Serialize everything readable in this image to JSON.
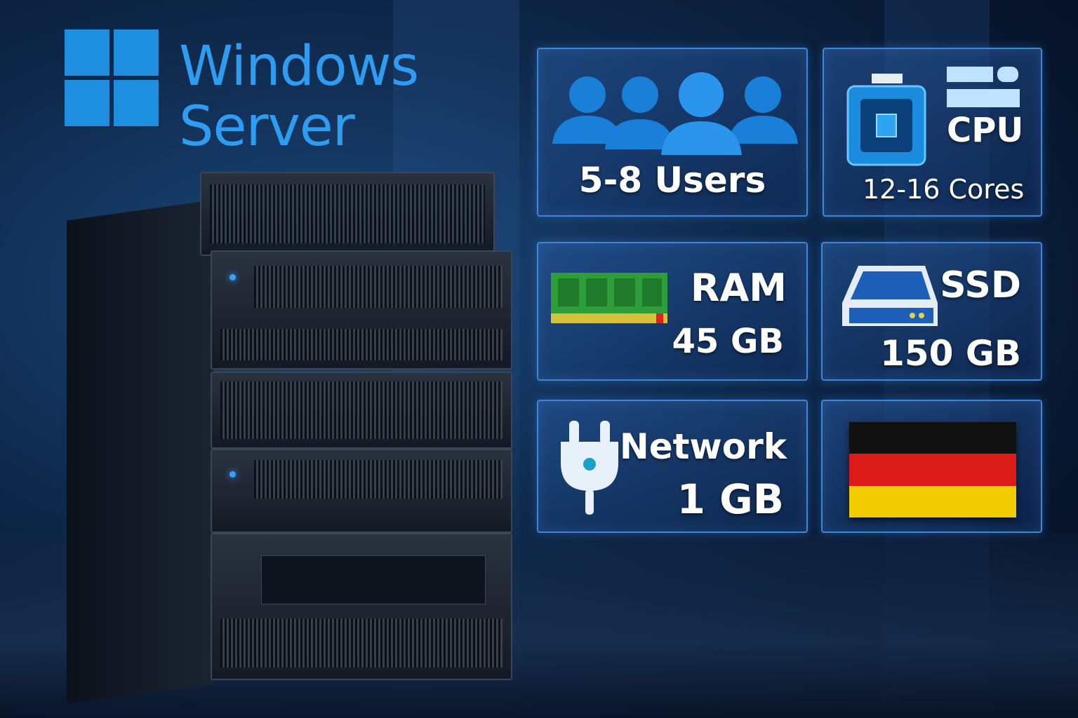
{
  "brand": {
    "line1": "Windows",
    "line2": "Server",
    "logo": "windows-logo",
    "color": "#1e8fe0"
  },
  "specs": [
    {
      "icon": "users-icon",
      "label": "5-8 Users"
    },
    {
      "icon": "cpu-chip-icon",
      "title": "CPU",
      "value": "12-16 Cores"
    },
    {
      "icon": "ram-module-icon",
      "title": "RAM",
      "value": "45 GB"
    },
    {
      "icon": "ssd-drive-icon",
      "title": "SSD",
      "value": "150 GB"
    },
    {
      "icon": "network-plug-icon",
      "title": "Network",
      "value": "1 GB"
    },
    {
      "icon": "germany-flag-icon",
      "flag_colors": [
        "#111111",
        "#dd1a1a",
        "#f2cc00"
      ]
    }
  ]
}
